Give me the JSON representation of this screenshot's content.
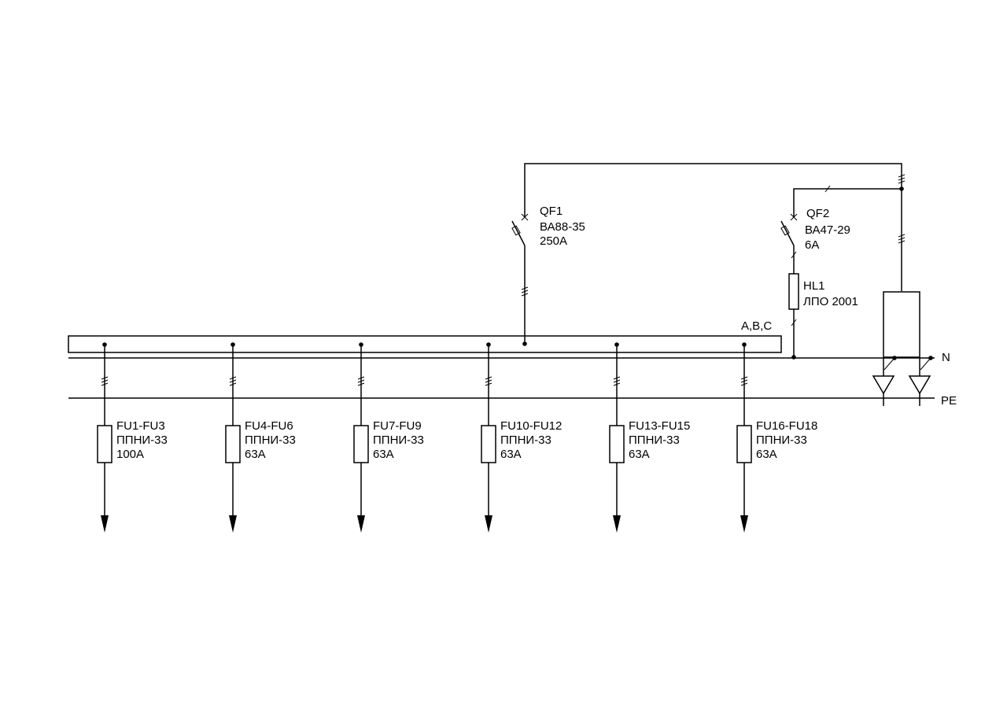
{
  "busbar": {
    "label": "A,B,C"
  },
  "conductors": {
    "n_label": "N",
    "pe_label": "PE"
  },
  "breakers": [
    {
      "id": "QF1",
      "model": "ВА88-35",
      "rating": "250А"
    },
    {
      "id": "QF2",
      "model": "ВА47-29",
      "rating": "6А"
    }
  ],
  "lamp": {
    "id": "HL1",
    "model": "ЛПО 2001"
  },
  "feeders": [
    {
      "id": "FU1-FU3",
      "model": "ППНИ-33",
      "rating": "100А"
    },
    {
      "id": "FU4-FU6",
      "model": "ППНИ-33",
      "rating": "63А"
    },
    {
      "id": "FU7-FU9",
      "model": "ППНИ-33",
      "rating": "63А"
    },
    {
      "id": "FU10-FU12",
      "model": "ППНИ-33",
      "rating": "63А"
    },
    {
      "id": "FU13-FU15",
      "model": "ППНИ-33",
      "rating": "63А"
    },
    {
      "id": "FU16-FU18",
      "model": "ППНИ-33",
      "rating": "63А"
    }
  ]
}
